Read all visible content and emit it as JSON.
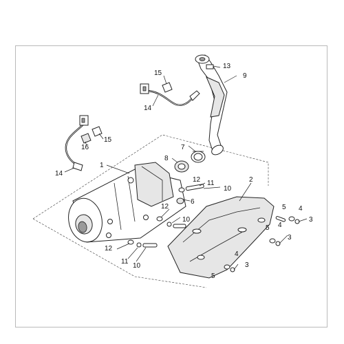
{
  "diagram": {
    "callouts": {
      "c1": "1",
      "c2": "2",
      "c3a": "3",
      "c3b": "3",
      "c3c": "3",
      "c4a": "4",
      "c4b": "4",
      "c4c": "4",
      "c5a": "5",
      "c5b": "5",
      "c5c": "5",
      "c6": "6",
      "c7": "7",
      "c8": "8",
      "c9": "9",
      "c10a": "10",
      "c10b": "10",
      "c10c": "10",
      "c11a": "11",
      "c11b": "11",
      "c12a": "12",
      "c12b": "12",
      "c12c": "12",
      "c13": "13",
      "c14a": "14",
      "c14b": "14",
      "c15a": "15",
      "c15b": "15",
      "c16": "16"
    }
  }
}
